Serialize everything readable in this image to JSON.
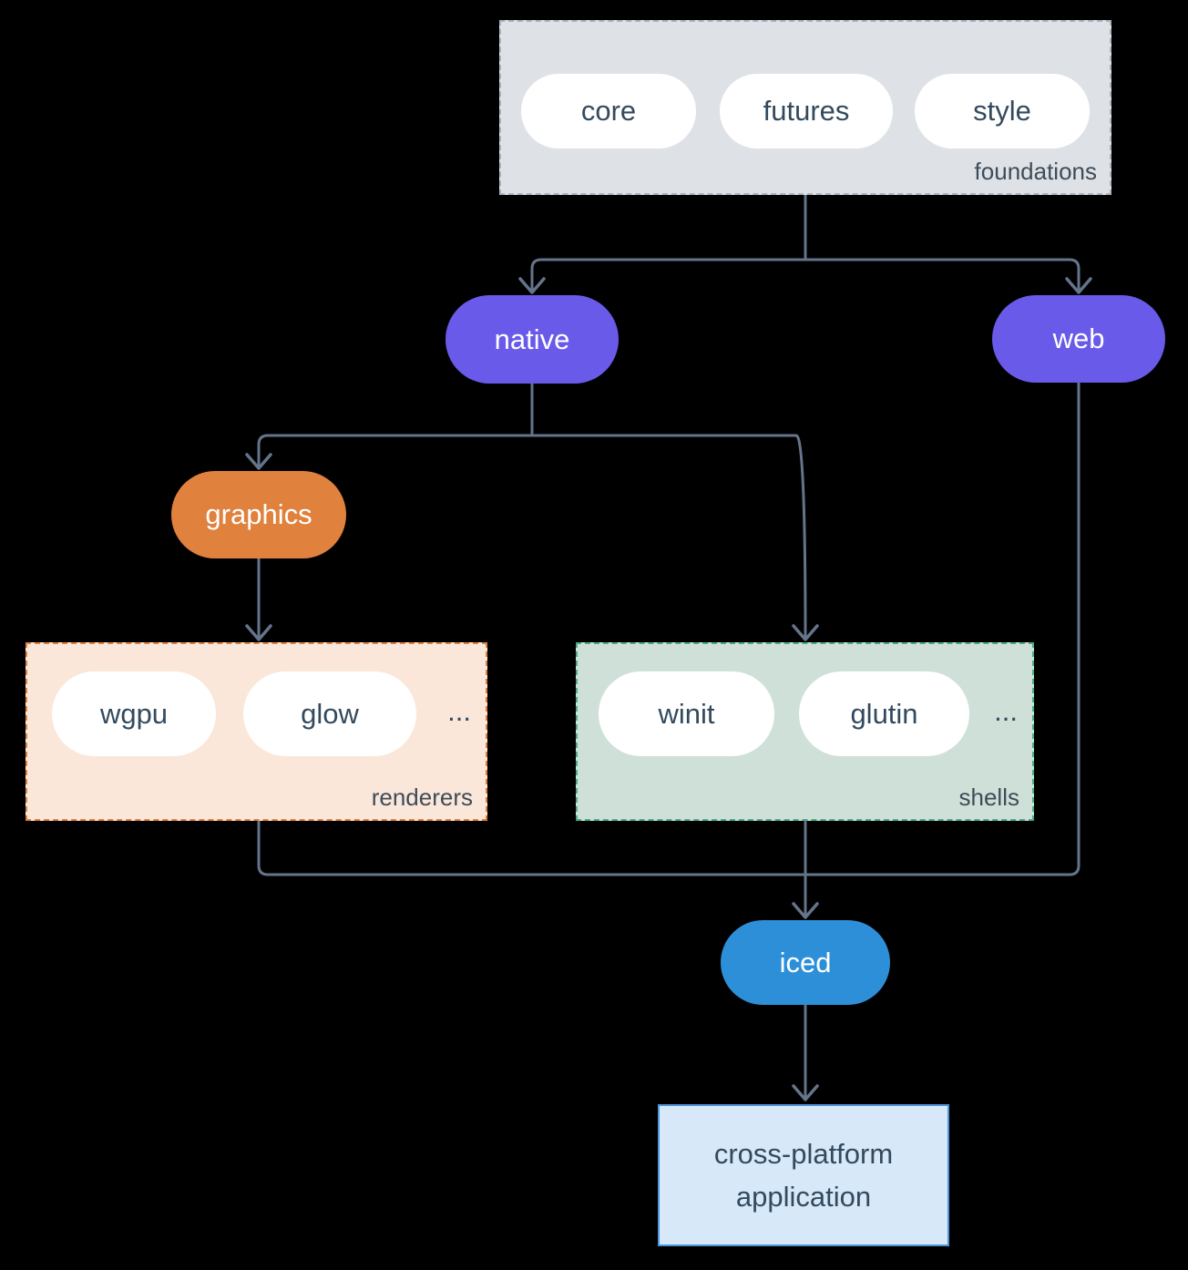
{
  "nodes": {
    "foundations": {
      "label": "foundations",
      "pills": [
        "core",
        "futures",
        "style"
      ]
    },
    "native": {
      "label": "native"
    },
    "web": {
      "label": "web"
    },
    "graphics": {
      "label": "graphics"
    },
    "renderers": {
      "label": "renderers",
      "pills": [
        "wgpu",
        "glow"
      ],
      "more": "..."
    },
    "shells": {
      "label": "shells",
      "pills": [
        "winit",
        "glutin"
      ],
      "more": "..."
    },
    "iced": {
      "label": "iced"
    },
    "application": {
      "label": "cross-platform application"
    }
  },
  "colors": {
    "background": "#000000",
    "connector": "#64748b",
    "foundations_bg": "#dee2e6",
    "foundations_border": "#a9b3bc",
    "pill_bg": "#ffffff",
    "pill_text": "#334a5e",
    "purple": "#6a5ae9",
    "orange": "#e0813d",
    "renderers_bg": "#fae7da",
    "renderers_border": "#e0813d",
    "shells_bg": "#cfe0d9",
    "shells_border": "#46ae85",
    "iced_blue": "#2e8fd9",
    "app_bg": "#d7e8f8",
    "app_border": "#4d94d8",
    "group_label": "#3f4c59"
  }
}
